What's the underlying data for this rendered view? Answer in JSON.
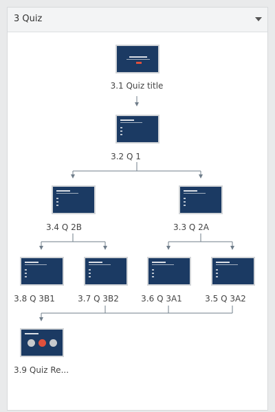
{
  "panel": {
    "title": "3 Quiz"
  },
  "slides": [
    {
      "id": "s31",
      "label": "3.1 Quiz title",
      "kind": "title"
    },
    {
      "id": "s32",
      "label": "3.2 Q 1",
      "kind": "question"
    },
    {
      "id": "s34",
      "label": "3.4 Q 2B",
      "kind": "question"
    },
    {
      "id": "s33",
      "label": "3.3 Q 2A",
      "kind": "question"
    },
    {
      "id": "s38",
      "label": "3.8 Q 3B1",
      "kind": "question"
    },
    {
      "id": "s37",
      "label": "3.7 Q 3B2",
      "kind": "question"
    },
    {
      "id": "s36",
      "label": "3.6 Q 3A1",
      "kind": "question"
    },
    {
      "id": "s35",
      "label": "3.5 Q 3A2",
      "kind": "question"
    },
    {
      "id": "s39",
      "label": "3.9 Quiz Re...",
      "kind": "results"
    }
  ],
  "colors": {
    "slide_bg": "#1b3a63",
    "accent_red": "#e0503c",
    "connector": "#6f7d8a"
  },
  "icons": {
    "collapse": "chevron-down-icon"
  }
}
